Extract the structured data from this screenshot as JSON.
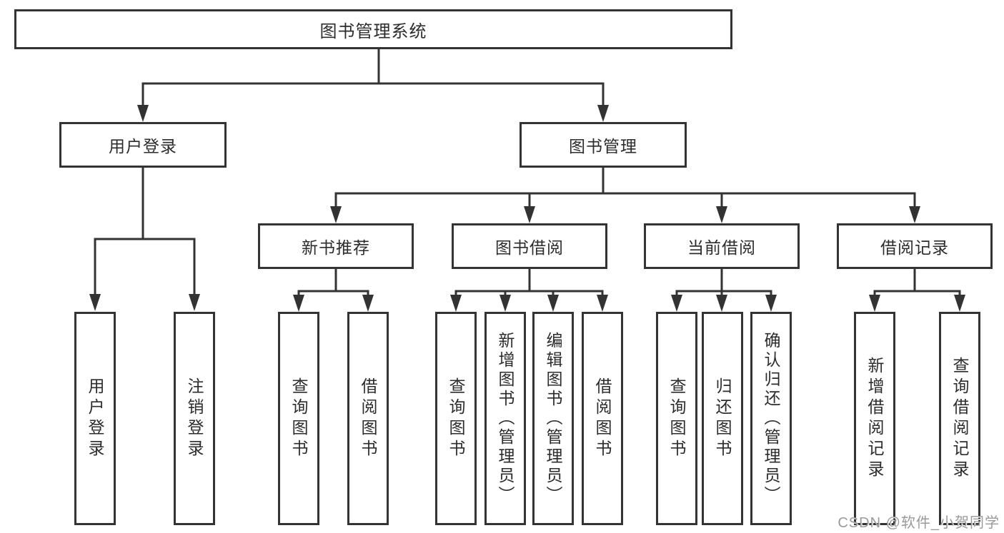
{
  "tree": {
    "root": {
      "label": "图书管理系统"
    },
    "level2": [
      {
        "label": "用户登录"
      },
      {
        "label": "图书管理"
      }
    ],
    "level3": [
      {
        "label": "新书推荐"
      },
      {
        "label": "图书借阅"
      },
      {
        "label": "当前借阅"
      },
      {
        "label": "借阅记录"
      }
    ],
    "leaves": {
      "user_login": [
        "用户登录",
        "注销登录"
      ],
      "new_book": [
        "查询图书",
        "借阅图书"
      ],
      "book_borrow": [
        "查询图书",
        "新增图书（管理员）",
        "编辑图书（管理员）",
        "借阅图书"
      ],
      "current_borrow": [
        "查询图书",
        "归还图书",
        "确认归还（管理员）"
      ],
      "borrow_record": [
        "新增借阅记录",
        "查询借阅记录"
      ]
    }
  },
  "watermark": {
    "text": "CSDN @软件_小贺同学"
  },
  "colors": {
    "line": "#333333",
    "box_border": "#333333",
    "text": "#2c2c2c",
    "watermark": "#9a9a9a",
    "background": "#ffffff"
  }
}
